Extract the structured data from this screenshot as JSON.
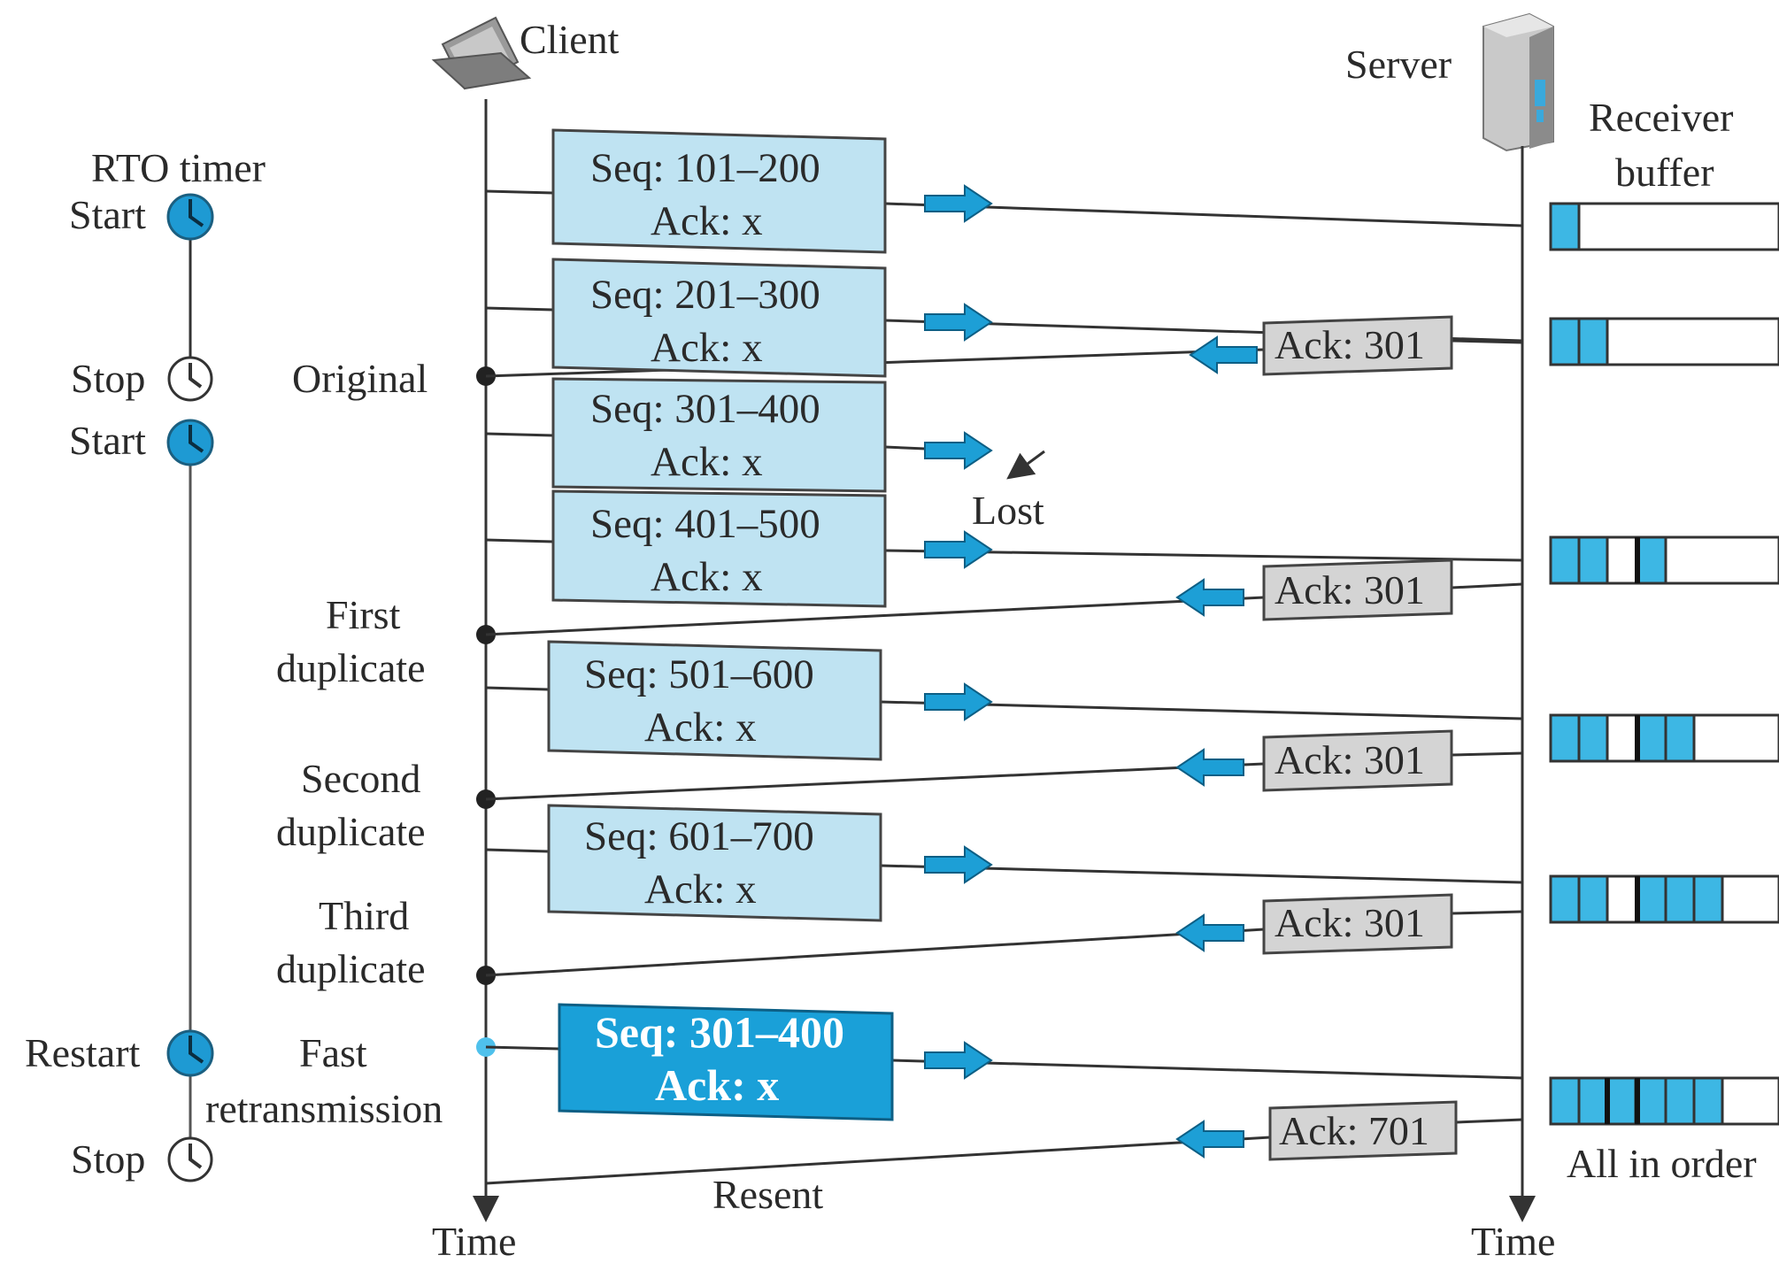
{
  "actors": {
    "client": "Client",
    "server": "Server",
    "receiver_buffer_line1": "Receiver",
    "receiver_buffer_line2": "buffer"
  },
  "timer": {
    "title": "RTO timer",
    "start1": "Start",
    "stop1": "Stop",
    "start2": "Start",
    "restart": "Restart",
    "stop2": "Stop"
  },
  "events": {
    "original": "Original",
    "first_dup_1": "First",
    "first_dup_2": "duplicate",
    "second_dup_1": "Second",
    "second_dup_2": "duplicate",
    "third_dup_1": "Third",
    "third_dup_2": "duplicate",
    "fast_1": "Fast",
    "fast_2": "retransmission",
    "resent": "Resent",
    "lost": "Lost",
    "all_in_order": "All in order"
  },
  "axes": {
    "client_time": "Time",
    "server_time": "Time"
  },
  "segments": [
    {
      "seq": "Seq: 101–200",
      "ack": "Ack: x"
    },
    {
      "seq": "Seq: 201–300",
      "ack": "Ack: x"
    },
    {
      "seq": "Seq: 301–400",
      "ack": "Ack: x"
    },
    {
      "seq": "Seq: 401–500",
      "ack": "Ack: x"
    },
    {
      "seq": "Seq: 501–600",
      "ack": "Ack: x"
    },
    {
      "seq": "Seq: 601–700",
      "ack": "Ack: x"
    },
    {
      "seq": "Seq: 301–400",
      "ack": "Ack: x"
    }
  ],
  "acks": [
    "Ack: 301",
    "Ack: 301",
    "Ack: 301",
    "Ack: 301",
    "Ack: 701"
  ],
  "colors": {
    "segment_fill": "#bfe3f2",
    "retransmit_fill": "#1aa0d8",
    "buffer_fill": "#3db7e4",
    "ack_fill": "#d4d4d4",
    "arrow_fill": "#1d9fd6"
  }
}
